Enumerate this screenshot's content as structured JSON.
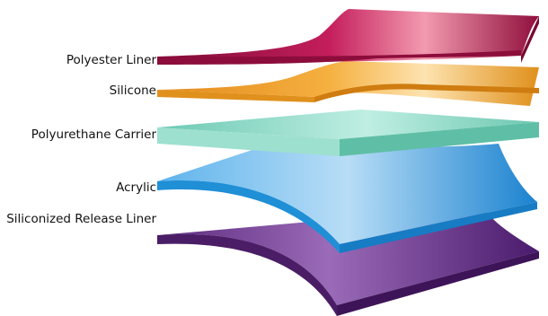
{
  "layers": [
    {
      "label": "Polyester Liner",
      "color": "#b5124e"
    },
    {
      "label": "Silicone",
      "color": "#f0a130"
    },
    {
      "label": "Polyurethane Carrier",
      "color": "#7ed3bd"
    },
    {
      "label": "Acrylic",
      "color": "#2e9fe0"
    },
    {
      "label": "Siliconized Release Liner",
      "color": "#6a2a8e"
    }
  ]
}
